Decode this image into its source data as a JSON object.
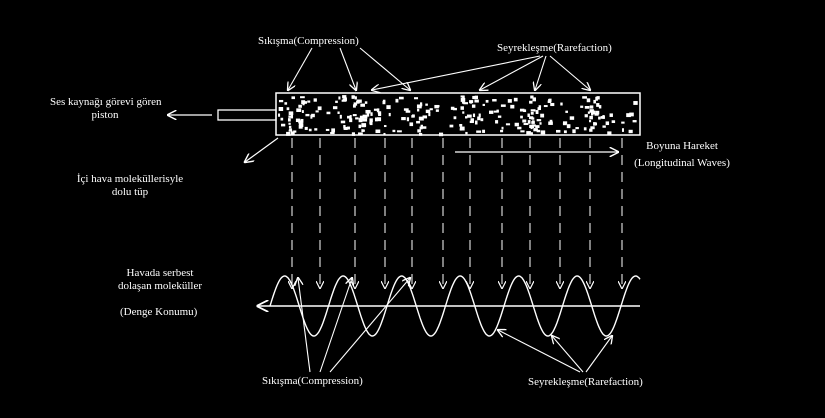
{
  "labels": {
    "compression_top": "Sıkışma(Compression)",
    "rarefaction_top": "Seyrekleşme(Rarefaction)",
    "piston_line1": "Ses kaynağı görevi gören",
    "piston_line2": "piston",
    "tube_line1": "İçi hava moleküllerisyle",
    "tube_line2": "dolu tüp",
    "longitudinal_line1": "Boyuna Hareket",
    "longitudinal_line2": "(Longitudinal Waves)",
    "free_line1": "Havada serbest",
    "free_line2": "dolaşan moleküller",
    "equilibrium": "(Denge Konumu)",
    "compression_bottom": "Sıkışma(Compression)",
    "rarefaction_bottom": "Seyrekleşme(Rarefaction)"
  }
}
